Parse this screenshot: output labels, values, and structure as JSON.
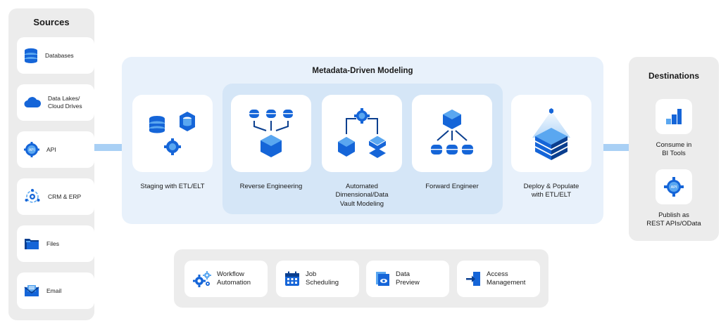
{
  "sources": {
    "title": "Sources",
    "items": [
      {
        "label": "Databases",
        "icon": "database-icon"
      },
      {
        "label": "Data Lakes/\nCloud Drives",
        "icon": "cloud-icon"
      },
      {
        "label": "API",
        "icon": "api-gear-icon"
      },
      {
        "label": "CRM & ERP",
        "icon": "crm-erp-icon"
      },
      {
        "label": "Files",
        "icon": "folder-icon"
      },
      {
        "label": "Email",
        "icon": "email-icon"
      }
    ]
  },
  "modeling": {
    "title": "Metadata-Driven Modeling",
    "stages": [
      {
        "label": "Staging with ETL/ELT",
        "icon": "staging-icon"
      },
      {
        "label": "Reverse Engineering",
        "icon": "reverse-engineering-icon"
      },
      {
        "label": "Automated\nDimensional/Data\nVault Modeling",
        "icon": "dimensional-modeling-icon"
      },
      {
        "label": "Forward Engineer",
        "icon": "forward-engineer-icon"
      },
      {
        "label": "Deploy & Populate\nwith ETL/ELT",
        "icon": "deploy-icon"
      }
    ]
  },
  "destinations": {
    "title": "Destinations",
    "items": [
      {
        "label": "Consume in\nBI Tools",
        "icon": "bar-chart-icon"
      },
      {
        "label": "Publish as\nREST APIs/OData",
        "icon": "api-gear-icon"
      }
    ]
  },
  "tools": [
    {
      "label": "Workflow\nAutomation",
      "icon": "workflow-gears-icon"
    },
    {
      "label": "Job\nScheduling",
      "icon": "calendar-icon"
    },
    {
      "label": "Data\nPreview",
      "icon": "data-preview-icon"
    },
    {
      "label": "Access\nManagement",
      "icon": "access-login-icon"
    }
  ],
  "colors": {
    "primary": "#1565d8",
    "light": "#5aa7f0",
    "dark": "#0b3f8f",
    "connector": "#a9d0f5"
  }
}
